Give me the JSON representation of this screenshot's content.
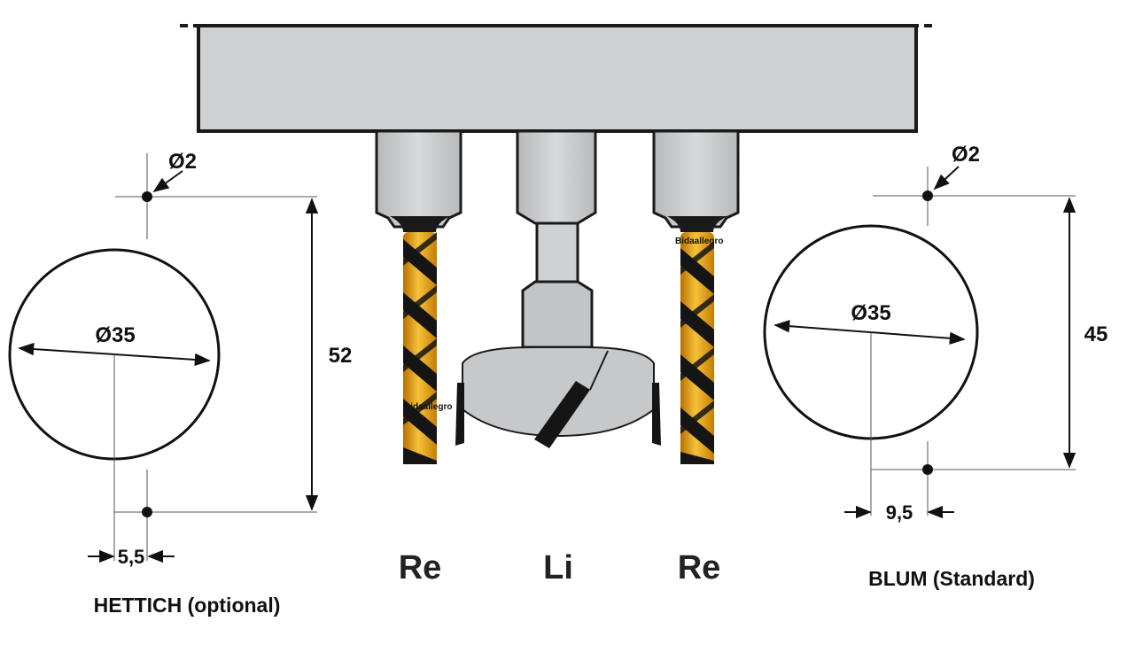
{
  "colors": {
    "machine_gray": "#cfd0d2",
    "outline": "#1a1a1a",
    "drill_gold": "#e8a30f",
    "drill_black": "#151515"
  },
  "hettich": {
    "caption": "HETTICH (optional)",
    "pin_diameter": "Ø2",
    "hole_diameter": "Ø35",
    "distance": "52",
    "offset": "5,5"
  },
  "blum": {
    "caption": "BLUM (Standard)",
    "pin_diameter": "Ø2",
    "hole_diameter": "Ø35",
    "distance": "45",
    "offset": "9,5"
  },
  "drills": [
    {
      "label": "Re",
      "watermark": "Bidaallegro"
    },
    {
      "label": "Li"
    },
    {
      "label": "Re",
      "watermark": "Bidaallegro"
    }
  ]
}
